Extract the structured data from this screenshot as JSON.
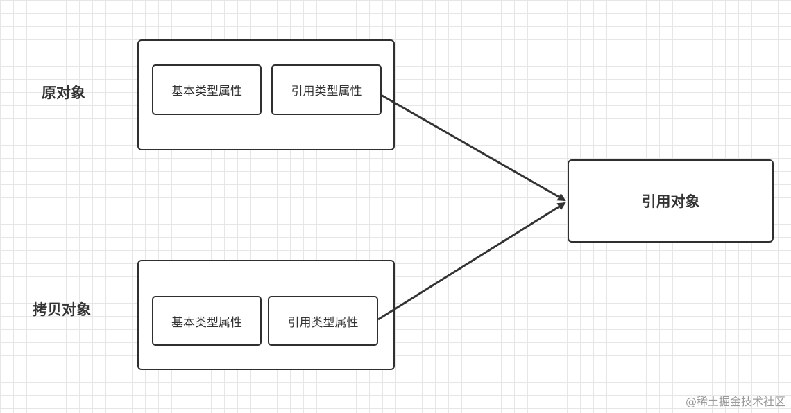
{
  "original": {
    "label": "原对象",
    "basic_prop": "基本类型属性",
    "ref_prop": "引用类型属性"
  },
  "copy": {
    "label": "拷贝对象",
    "basic_prop": "基本类型属性",
    "ref_prop": "引用类型属性"
  },
  "reference_target": {
    "label": "引用对象"
  },
  "watermark": "@稀土掘金技术社区"
}
